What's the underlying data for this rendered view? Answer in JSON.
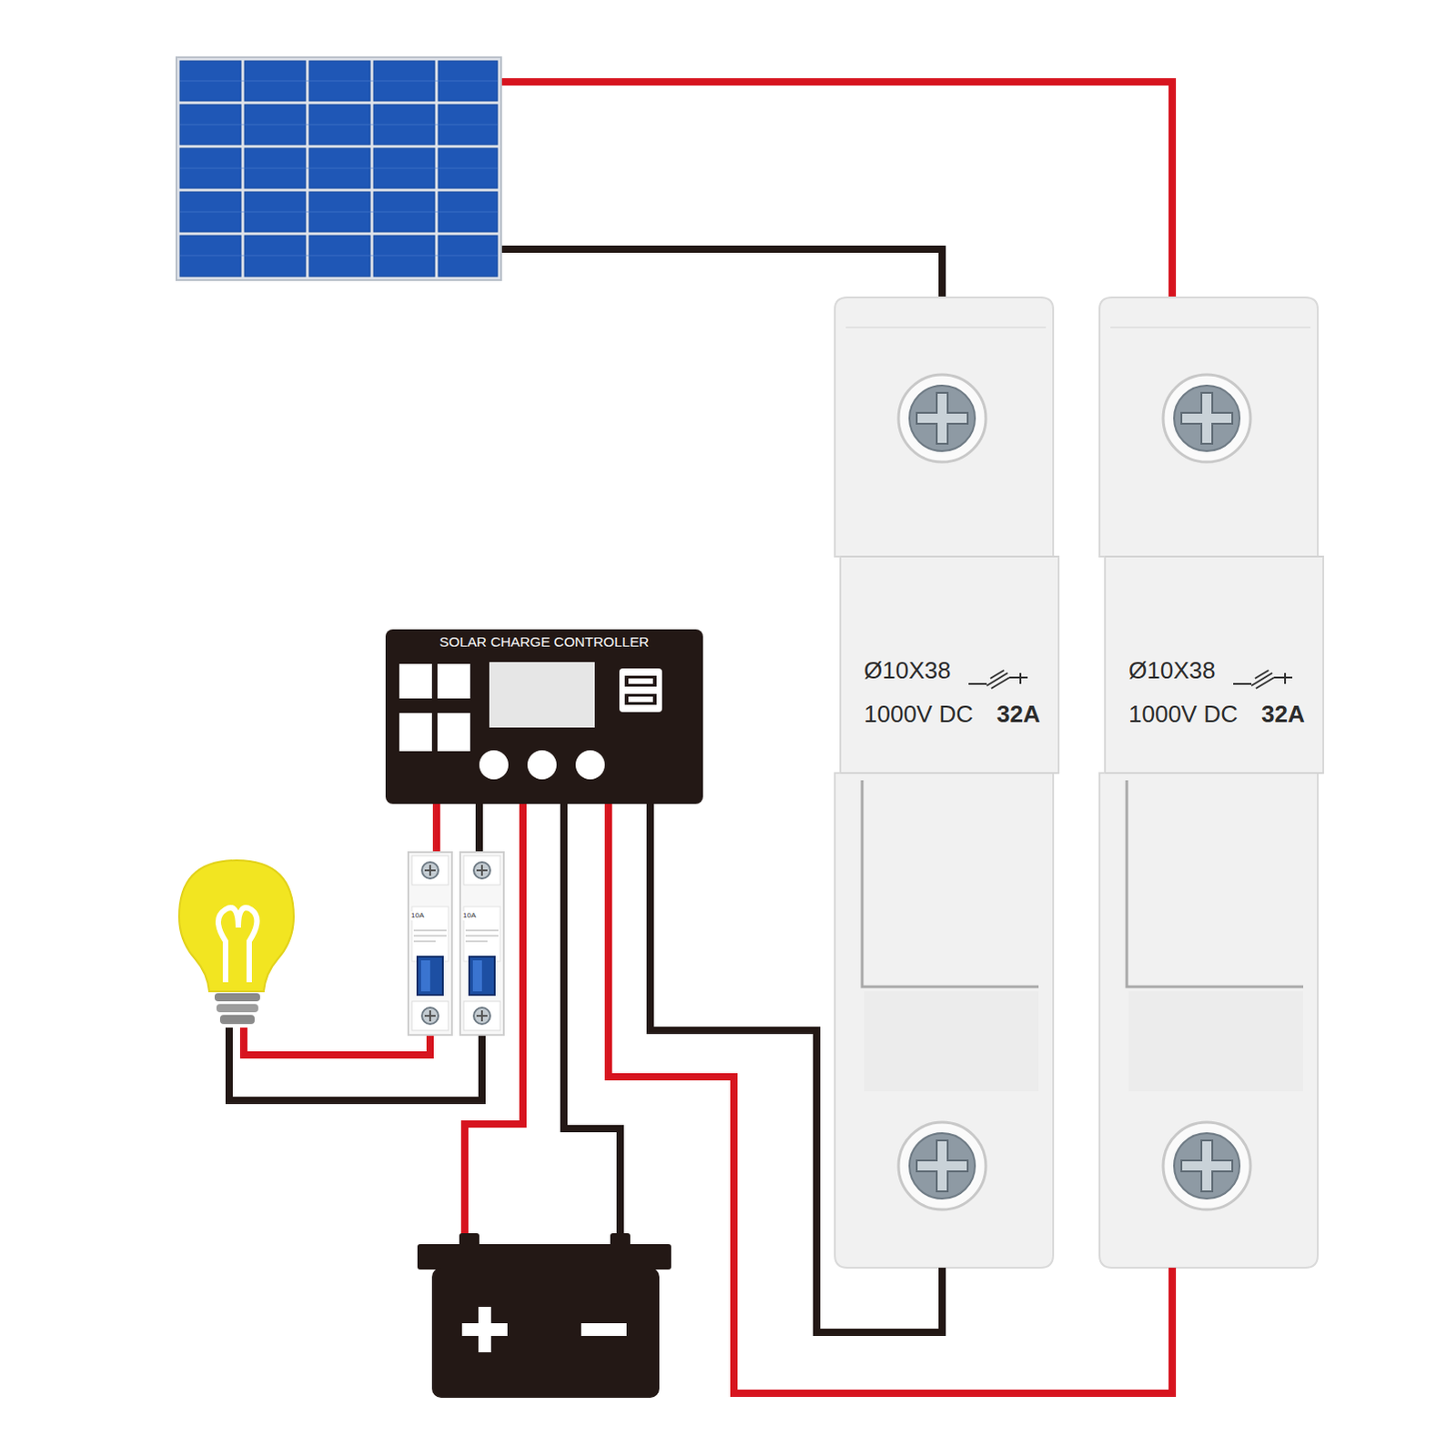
{
  "diagram": {
    "nodes": [
      {
        "text": [
          "SOLAR CHARGE CONTROLLER"
        ]
      },
      {
        "text": [
          "Ø10X38",
          "1000V DC",
          "32A"
        ]
      },
      {
        "text": [
          "Ø10X38",
          "1000V DC",
          "32A"
        ]
      }
    ],
    "edges": [
      {
        "from": 0,
        "to": 1,
        "arrow": "none"
      },
      {
        "from": 0,
        "to": 2,
        "arrow": "none"
      }
    ],
    "labels": [
      "10A",
      "10A"
    ]
  }
}
